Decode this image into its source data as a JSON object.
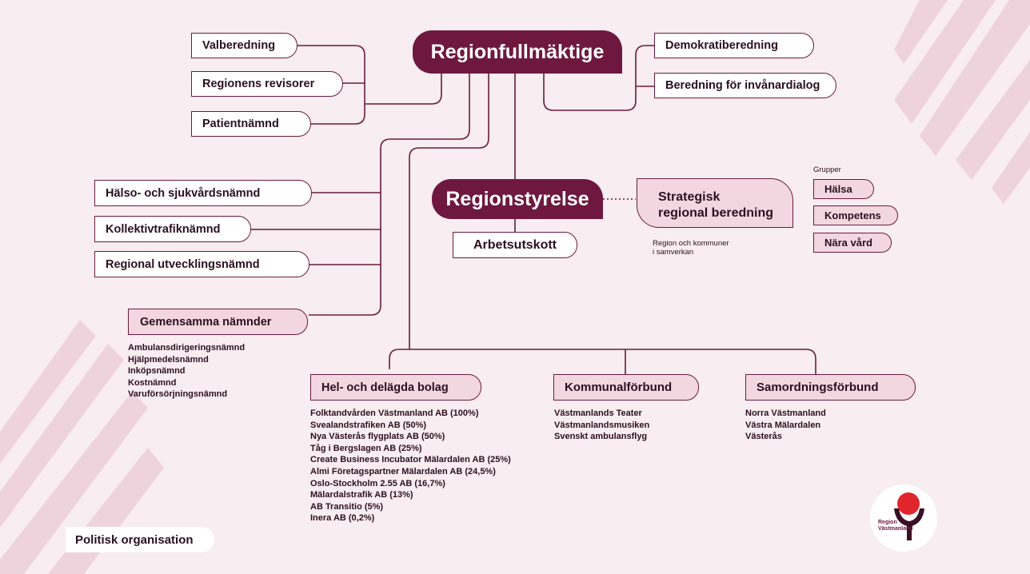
{
  "top": {
    "regionfullmaktige": "Regionfullmäktige",
    "left_boxes": [
      "Valberedning",
      "Regionens revisorer",
      "Patientnämnd"
    ],
    "right_boxes": [
      "Demokratiberedning",
      "Beredning för invånardialog"
    ]
  },
  "nämnder": [
    "Hälso- och sjukvårdsnämnd",
    "Kollektivtrafiknämnd",
    "Regional utvecklingsnämnd"
  ],
  "gemensamma": {
    "label": "Gemensamma nämnder",
    "items": [
      "Ambulansdirigeringsnämnd",
      "Hjälpmedelsnämnd",
      "Inköpsnämnd",
      "Kostnämnd",
      "Varuförsörjningsnämnd"
    ]
  },
  "styrelse": {
    "regionstyrelse": "Regionstyrelse",
    "arbetsutskott": "Arbetsutskott",
    "strategisk": [
      "Strategisk",
      "regional beredning"
    ],
    "region_kommuner": [
      "Region och kommuner",
      "i samverkan"
    ]
  },
  "grupper": {
    "title": "Grupper",
    "items": [
      "Hälsa",
      "Kompetens",
      "Nära vård"
    ]
  },
  "bolag": {
    "label": "Hel- och delägda bolag",
    "items": [
      "Folktandvården Västmanland AB (100%)",
      "Svealandstrafiken AB (50%)",
      "Nya Västerås flygplats AB (50%)",
      "Tåg i Bergslagen AB (25%)",
      "Create Business Incubator Mälardalen AB (25%)",
      "Almi Företagspartner Mälardalen AB (24,5%)",
      "Oslo-Stockholm 2.55 AB (16,7%)",
      "Mälardalstrafik AB (13%)",
      "AB Transitio (5%)",
      "Inera AB (0,2%)"
    ]
  },
  "kommunalforbund": {
    "label": "Kommunalförbund",
    "items": [
      "Västmanlands Teater",
      "Västmanlandsmusiken",
      "Svenskt ambulansflyg"
    ]
  },
  "samordningsforbund": {
    "label": "Samordningsförbund",
    "items": [
      "Norra Västmanland",
      "Västra Mälardalen",
      "Västerås"
    ]
  },
  "footer": "Politisk organisation",
  "logo": {
    "line1": "Region",
    "line2": "Västmanland"
  },
  "colors": {
    "primary": "#6e1840",
    "light_pink": "#f3d7e0",
    "background": "#f8edf0",
    "stripes": "#f0d5dd"
  }
}
